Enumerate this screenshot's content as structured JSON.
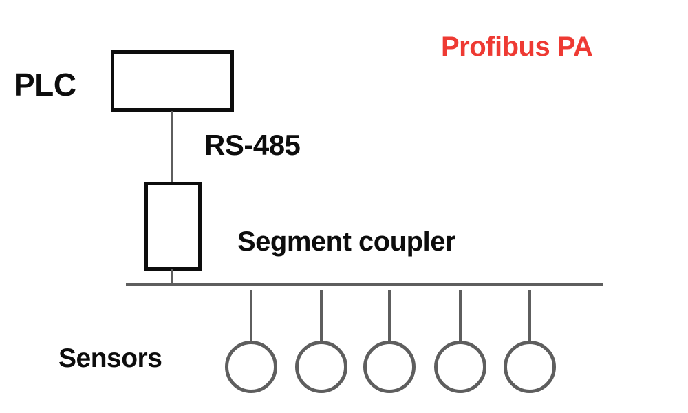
{
  "labels": {
    "title": "Profibus PA",
    "plc": "PLC",
    "link": "RS-485",
    "coupler": "Segment coupler",
    "sensors": "Sensors"
  },
  "sensor_count": 5,
  "colors": {
    "accent_red": "#ee3a33",
    "line_gray": "#5e5e5e",
    "box_black": "#0d0d0d",
    "background": "#ffffff"
  }
}
